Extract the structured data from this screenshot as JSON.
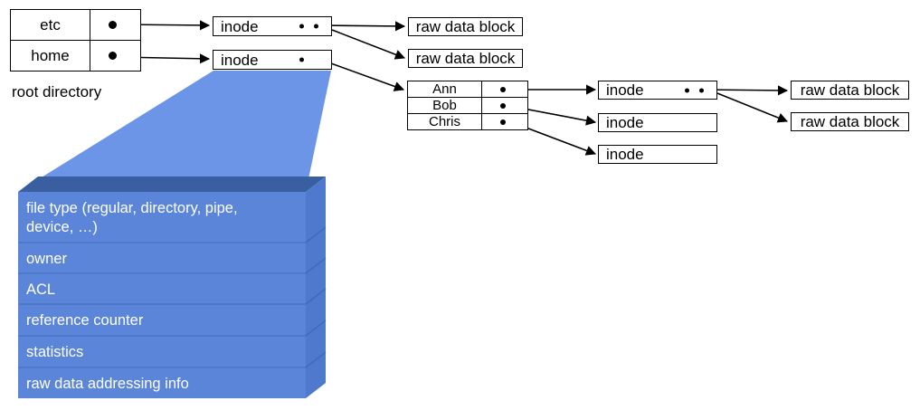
{
  "diagram": {
    "title": "Unix inode / directory structure diagram",
    "colors": {
      "line": "#000000",
      "panel_front": "#5b85d8",
      "panel_top": "#3a5fa1",
      "panel_side": "#4e79cc",
      "panel_divider": "#4a74c6",
      "fan": "#6c95e8",
      "panel_text": "#ffffff",
      "background": "#ffffff"
    },
    "root_directory": {
      "caption": "root directory",
      "entries": [
        {
          "name": "etc",
          "pointer": "pointer-dot"
        },
        {
          "name": "home",
          "pointer": "pointer-dot"
        }
      ]
    },
    "home_directory": {
      "entries": [
        {
          "name": "Ann",
          "pointer": "pointer-dot"
        },
        {
          "name": "Bob",
          "pointer": "pointer-dot"
        },
        {
          "name": "Chris",
          "pointer": "pointer-dot"
        }
      ]
    },
    "inodes": [
      {
        "id": "inode-etc",
        "label": "inode",
        "dots": 2
      },
      {
        "id": "inode-home",
        "label": "inode",
        "dots": 1
      },
      {
        "id": "inode-ann",
        "label": "inode",
        "dots": 2
      },
      {
        "id": "inode-bob",
        "label": "inode",
        "dots": 0
      },
      {
        "id": "inode-chris",
        "label": "inode",
        "dots": 0
      }
    ],
    "raw_data_blocks": [
      {
        "id": "rdb-etc-1",
        "label": "raw data block"
      },
      {
        "id": "rdb-etc-2",
        "label": "raw data block"
      },
      {
        "id": "rdb-ann-1",
        "label": "raw data block"
      },
      {
        "id": "rdb-ann-2",
        "label": "raw data block"
      }
    ],
    "inode_detail_panel": {
      "rows": [
        "file type (regular, directory, pipe,\ndevice, …)",
        "owner",
        "ACL",
        "reference counter",
        "statistics",
        "raw data addressing info"
      ]
    }
  }
}
